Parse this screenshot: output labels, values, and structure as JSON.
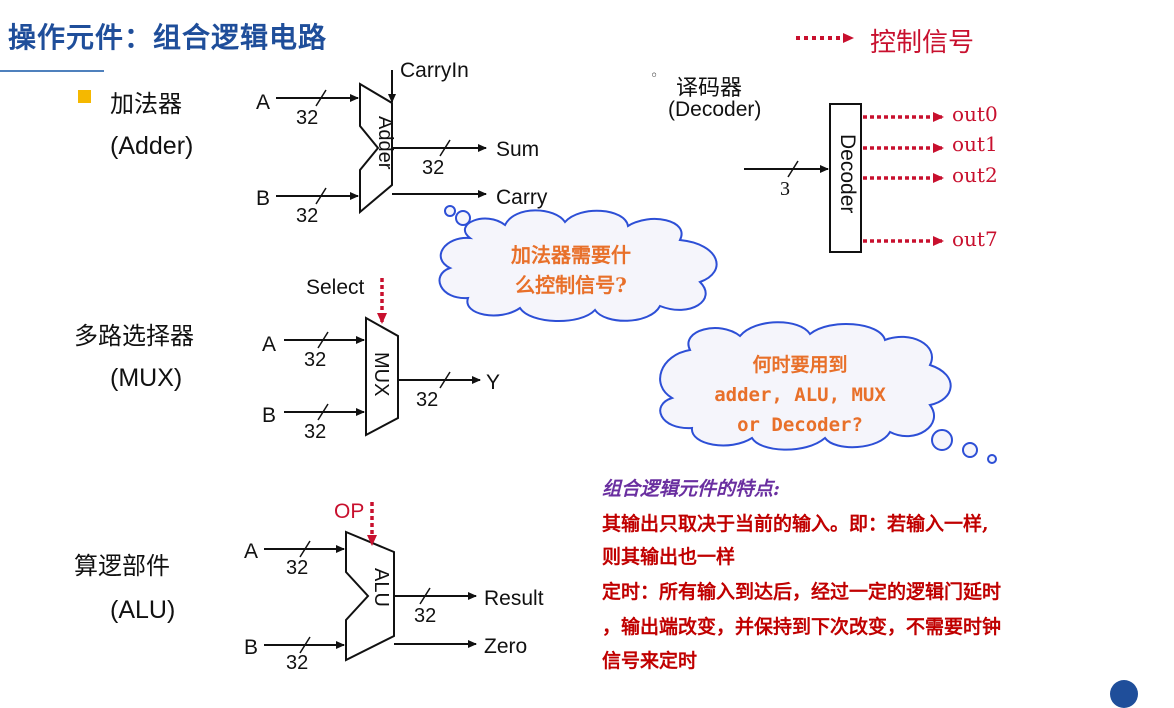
{
  "title": "操作元件：组合逻辑电路",
  "legend": {
    "label": "控制信号"
  },
  "adder": {
    "name_cn": "加法器",
    "name_en": "(Adder)",
    "inputs": [
      "A",
      "B"
    ],
    "carry_in": "CarryIn",
    "bus_width": "32",
    "body_label": "Adder",
    "outputs": [
      "Sum",
      "Carry"
    ]
  },
  "mux": {
    "name_cn": "多路选择器",
    "name_en": "(MUX)",
    "inputs": [
      "A",
      "B"
    ],
    "select": "Select",
    "bus_width": "32",
    "body_label": "MUX",
    "output": "Y"
  },
  "alu": {
    "name_cn": "算逻部件",
    "name_en": "(ALU)",
    "inputs": [
      "A",
      "B"
    ],
    "op": "OP",
    "bus_width": "32",
    "body_label": "ALU",
    "outputs": [
      "Result",
      "Zero"
    ]
  },
  "decoder": {
    "name_cn": "译码器",
    "name_en": "(Decoder)",
    "input_width": "3",
    "body_label": "Decoder",
    "outputs": [
      "out0",
      "out1",
      "out2",
      "out7"
    ]
  },
  "cloud1": {
    "line1": "加法器需要什",
    "line2": "么控制信号?"
  },
  "cloud2": {
    "line1": "何时要用到",
    "line2": "adder, ALU, MUX",
    "line3": "or Decoder?"
  },
  "notes": {
    "heading": "组合逻辑元件的特点:",
    "line1": "其输出只取决于当前的输入。即：若输入一样,",
    "line2": "则其输出也一样",
    "line3": "定时：所有输入到达后，经过一定的逻辑门延时",
    "line4": "，输出端改变，并保持到下次改变，不需要时钟",
    "line5": "信号来定时"
  },
  "colors": {
    "title": "#1f4e9a",
    "control": "#c8102e",
    "cloud_border": "#2d4fd6",
    "cloud_fill": "#f5f5fb",
    "cloud_text": "#e8702a",
    "note_heading": "#6a2fa0",
    "note_text": "#c00000",
    "bullet": "#f5b800"
  }
}
